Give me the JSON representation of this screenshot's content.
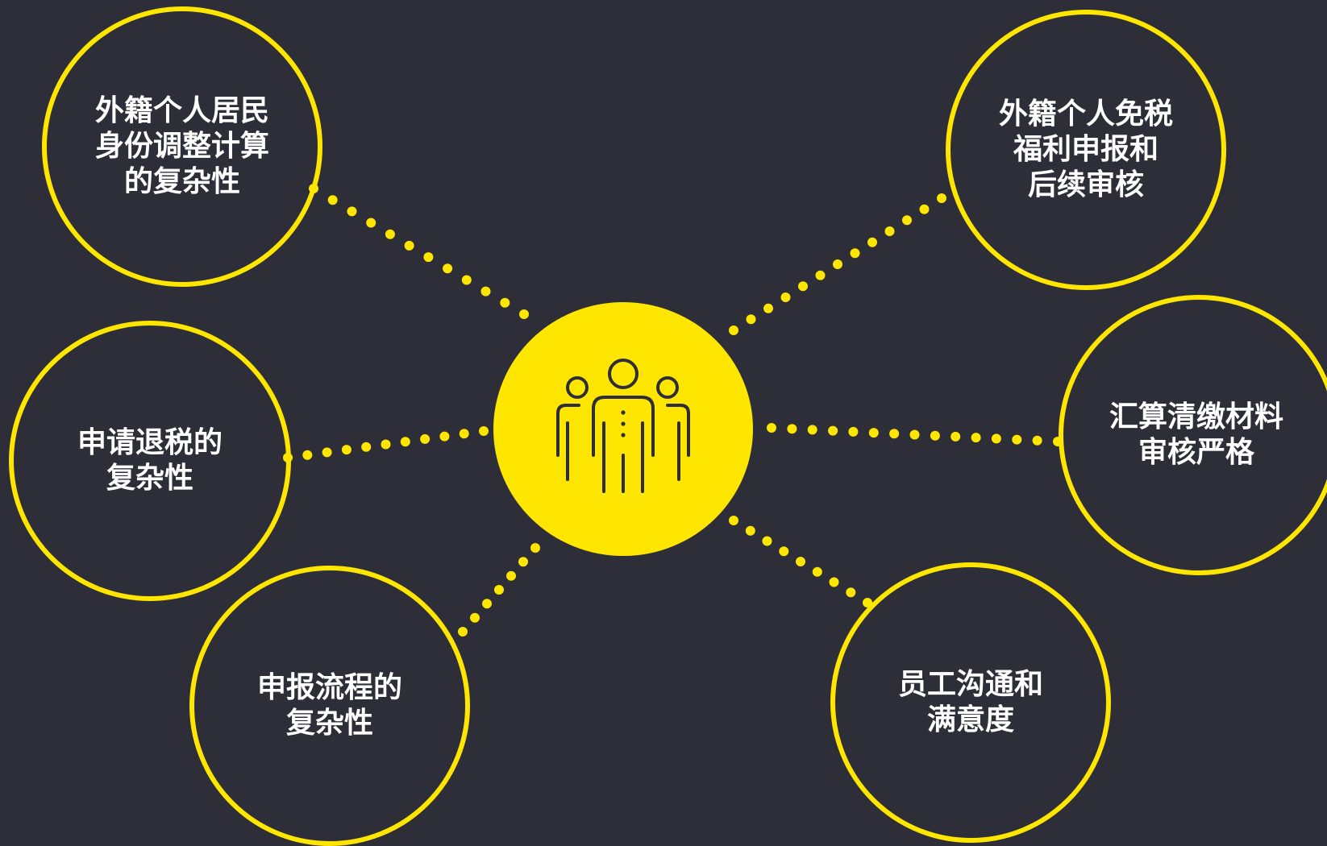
{
  "colors": {
    "background": "#2e2e38",
    "accent": "#ffe600",
    "text": "#ffffff",
    "icon_stroke": "#2e2e38"
  },
  "hub": {
    "icon": "people-group-icon"
  },
  "nodes": [
    {
      "id": "node-1",
      "label": "外籍个人居民\n身份调整计算\n的复杂性"
    },
    {
      "id": "node-2",
      "label": "申请退税的\n复杂性"
    },
    {
      "id": "node-3",
      "label": "申报流程的\n复杂性"
    },
    {
      "id": "node-4",
      "label": "外籍个人免税\n福利申报和\n后续审核"
    },
    {
      "id": "node-5",
      "label": "汇算清缴材料\n审核严格"
    },
    {
      "id": "node-6",
      "label": "员工沟通和\n满意度"
    }
  ]
}
